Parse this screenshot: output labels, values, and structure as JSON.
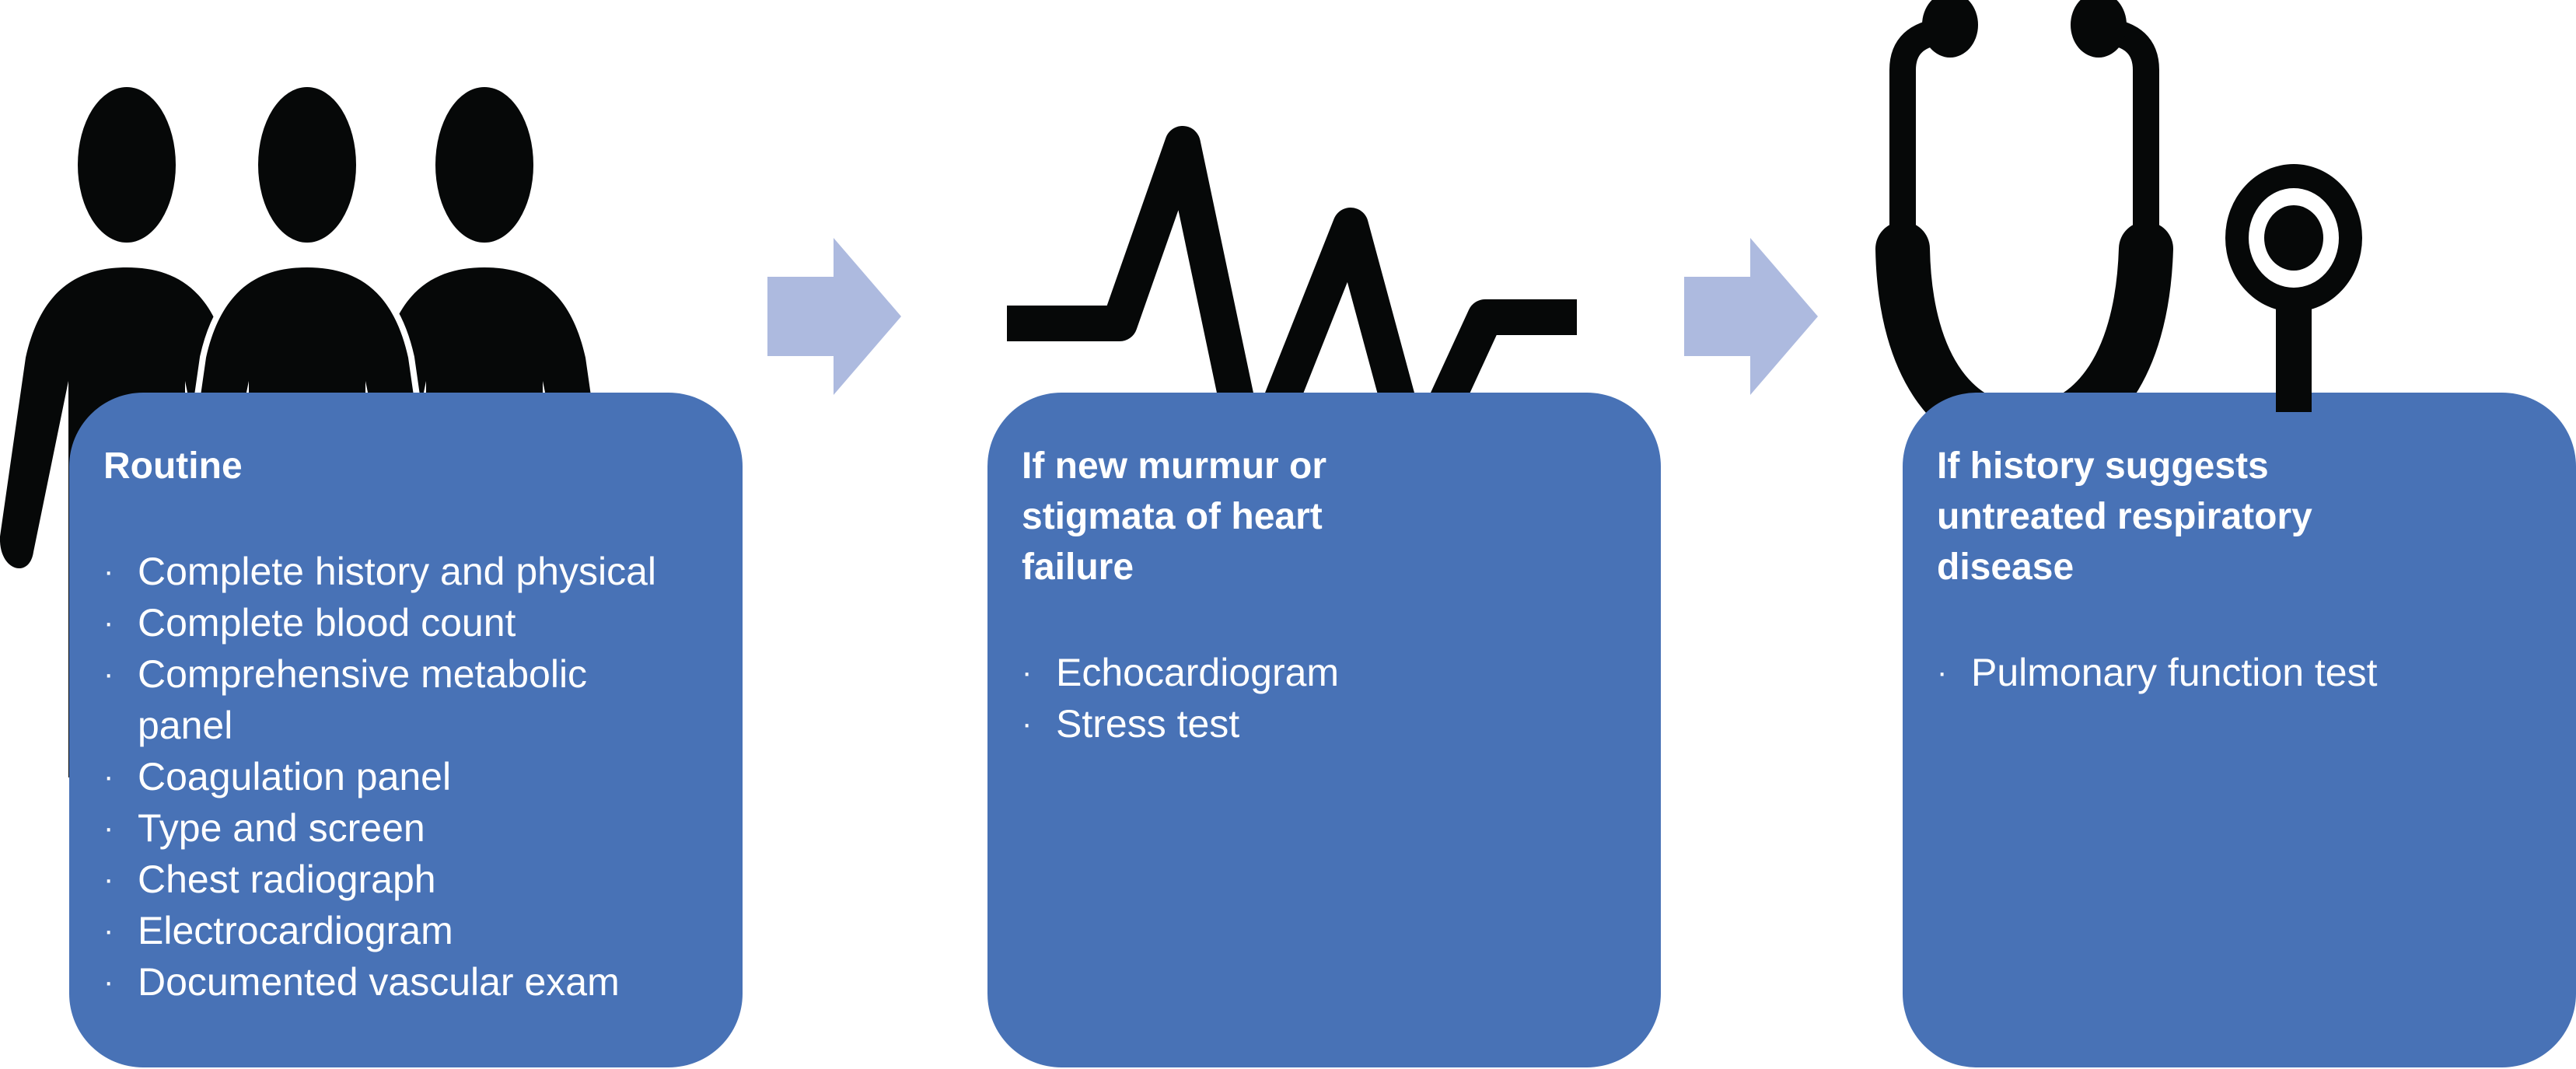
{
  "colors": {
    "box": "#4872b6",
    "arrow": "#adbadf",
    "icon": "#060808",
    "text": "#ffffff"
  },
  "icons": [
    "people-icon",
    "heartbeat-icon",
    "stethoscope-icon"
  ],
  "steps": [
    {
      "title": "Routine",
      "items": [
        "Complete history and physical",
        "Complete blood count",
        "Comprehensive metabolic panel",
        "Coagulation panel",
        "Type and screen",
        "Chest radiograph",
        "Electrocardiogram",
        "Documented vascular exam"
      ]
    },
    {
      "title": "If new murmur or stigmata of heart failure",
      "items": [
        "Echocardiogram",
        "Stress test"
      ]
    },
    {
      "title": "If history suggests untreated respiratory disease",
      "items": [
        "Pulmonary function test"
      ]
    }
  ],
  "bullet": "·"
}
